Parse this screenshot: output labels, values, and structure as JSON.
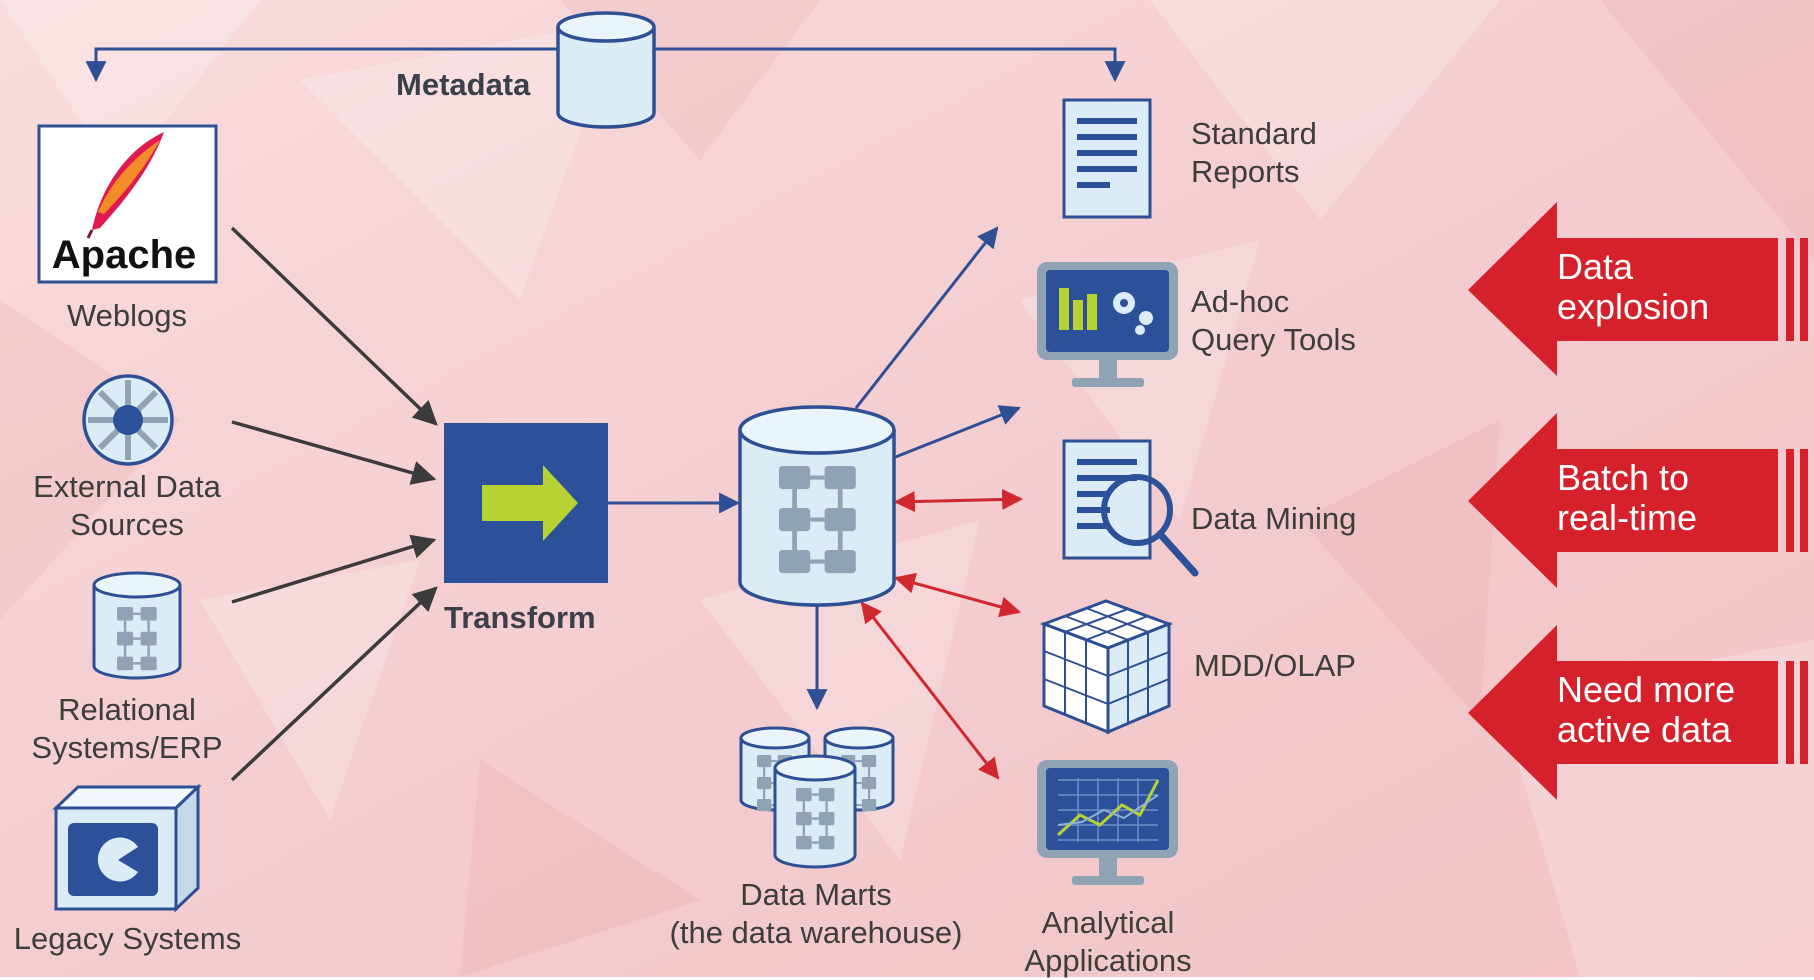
{
  "metadata": {
    "label": "Metadata"
  },
  "transform": {
    "label": "Transform"
  },
  "sources": {
    "apache_logo_text": "Apache",
    "weblogs": "Weblogs",
    "external_line1": "External Data",
    "external_line2": "Sources",
    "relational_line1": "Relational",
    "relational_line2": "Systems/ERP",
    "legacy": "Legacy Systems"
  },
  "warehouse": {
    "marts_line1": "Data Marts",
    "marts_line2": "(the data warehouse)"
  },
  "outputs": {
    "reports_line1": "Standard",
    "reports_line2": "Reports",
    "adhoc_line1": "Ad-hoc",
    "adhoc_line2": "Query Tools",
    "mining": "Data Mining",
    "olap": "MDD/OLAP",
    "analytical_line1": "Analytical",
    "analytical_line2": "Applications"
  },
  "callouts": [
    {
      "line1": "Data",
      "line2": "explosion"
    },
    {
      "line1": "Batch to",
      "line2": "real-time"
    },
    {
      "line1": "Need more",
      "line2": "active data"
    }
  ],
  "colors": {
    "background": "#f6d2d4",
    "flow_blue": "#2e4f93",
    "feed_dark": "#3b3b3b",
    "bidirectional_red": "#d0282e",
    "callout_red": "#d5212b",
    "transform_box": "#2c519a",
    "arrow_green": "#b6d233",
    "cylinder_fill": "#dcecf7",
    "node_gray": "#8fa3b5"
  }
}
